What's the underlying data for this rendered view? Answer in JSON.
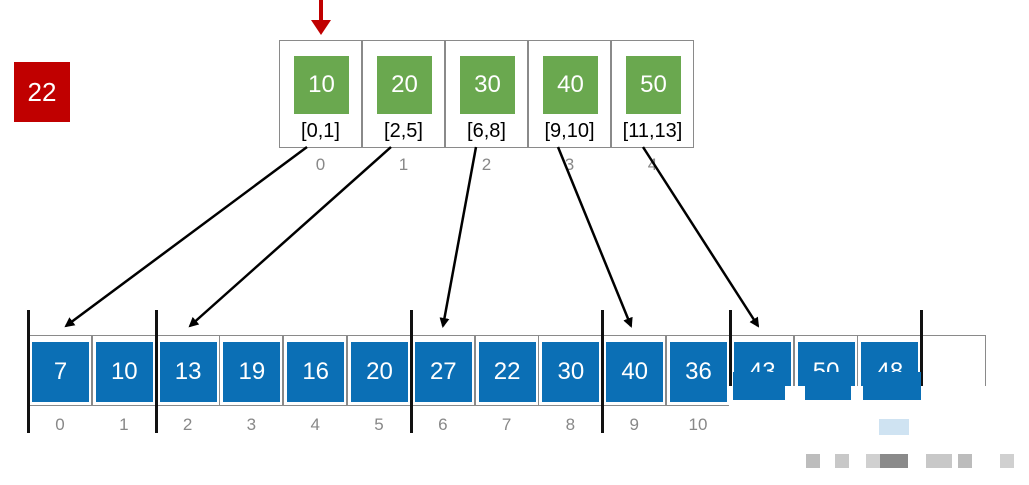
{
  "search_key": "22",
  "index_entries": [
    {
      "key": "10",
      "range": "[0,1]",
      "position": "0"
    },
    {
      "key": "20",
      "range": "[2,5]",
      "position": "1"
    },
    {
      "key": "30",
      "range": "[6,8]",
      "position": "2"
    },
    {
      "key": "40",
      "range": "[9,10]",
      "position": "3"
    },
    {
      "key": "50",
      "range": "[11,13]",
      "position": "4"
    }
  ],
  "array_values": [
    "7",
    "10",
    "13",
    "19",
    "16",
    "20",
    "27",
    "22",
    "30",
    "40",
    "36",
    "43",
    "50",
    "48"
  ],
  "array_positions": [
    "0",
    "1",
    "2",
    "3",
    "4",
    "5",
    "6",
    "7",
    "8",
    "9",
    "10"
  ],
  "colors": {
    "search_key_bg": "#c00000",
    "index_key_bg": "#6aa84f",
    "array_value_bg": "#0b6fb5",
    "arrow": "#000000",
    "pointer_arrow": "#c00000"
  }
}
